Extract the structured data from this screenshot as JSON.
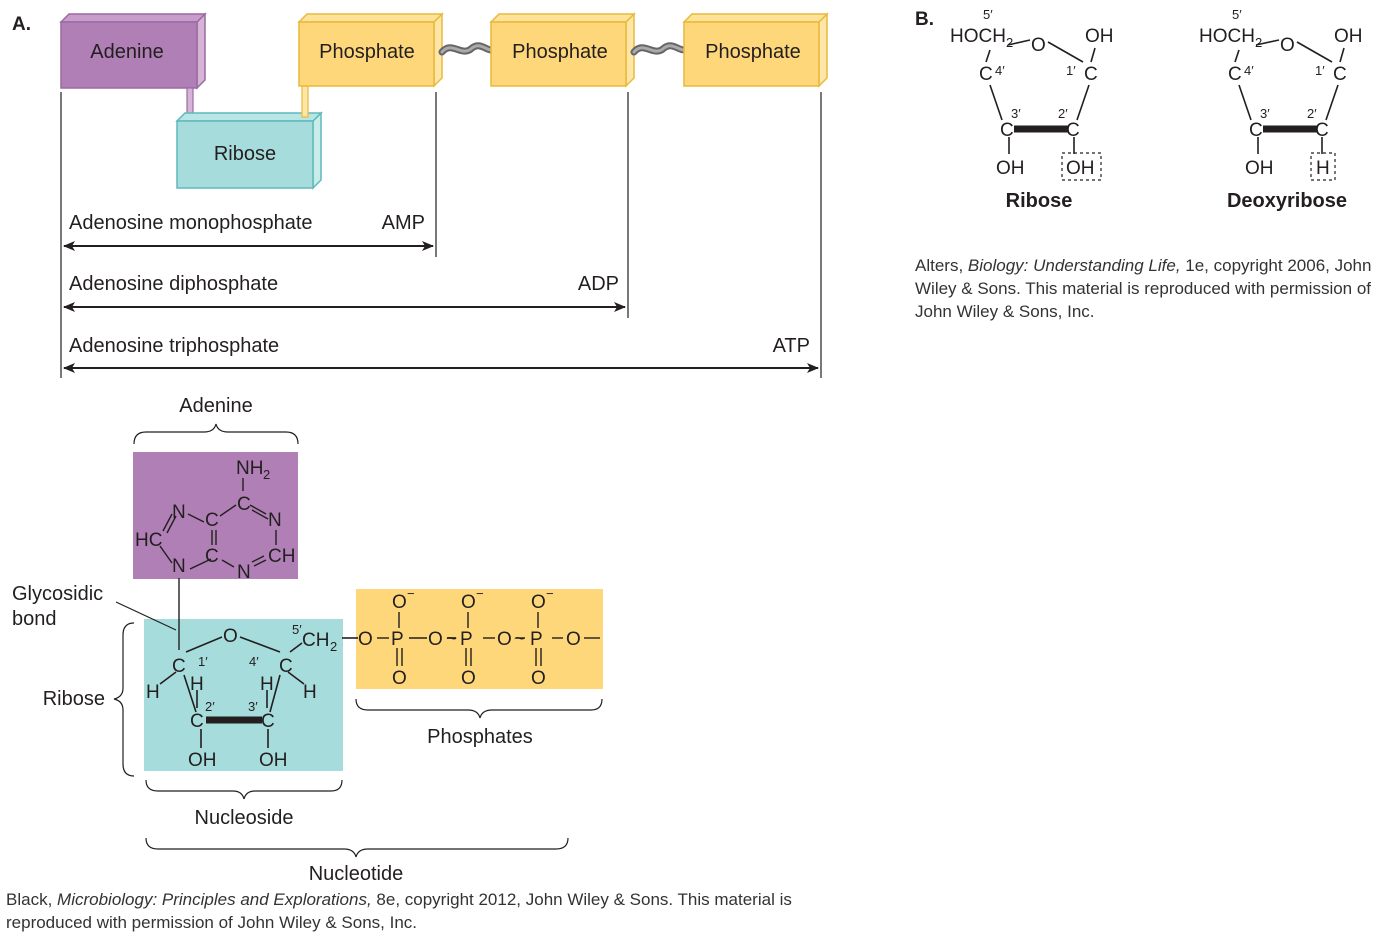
{
  "panel_a": {
    "label": "A.",
    "blocks": {
      "adenine": "Adenine",
      "ribose": "Ribose",
      "phosphate_1": "Phosphate",
      "phosphate_2": "Phosphate",
      "phosphate_3": "Phosphate"
    },
    "spans": {
      "amp_name": "Adenosine monophosphate",
      "amp_abbr": "AMP",
      "adp_name": "Adenosine diphosphate",
      "adp_abbr": "ADP",
      "atp_name": "Adenosine triphosphate",
      "atp_abbr": "ATP"
    },
    "structure": {
      "adenine_label": "Adenine",
      "glycosidic_bond": "Glycosidic\nbond",
      "glycosidic_line1": "Glycosidic",
      "glycosidic_line2": "bond",
      "ribose_label": "Ribose",
      "phosphates_label": "Phosphates",
      "nucleoside_label": "Nucleoside",
      "nucleotide_label": "Nucleotide"
    }
  },
  "panel_b": {
    "label": "B.",
    "ribose_name": "Ribose",
    "deoxyribose_name": "Deoxyribose",
    "ribose_2prime_group": "OH",
    "deoxyribose_2prime_group": "H"
  },
  "credits": {
    "black_author": "Black, ",
    "black_title": "Microbiology: Principles and Explorations,",
    "black_rest": " 8e, copyright 2012, John Wiley & Sons. This material is reproduced with permission of John Wiley & Sons, Inc.",
    "alters_author": "Alters, ",
    "alters_title": "Biology: Understanding Life,",
    "alters_rest": " 1e, copyright 2006, John Wiley & Sons. This material is reproduced with permission of John Wiley & Sons, Inc."
  },
  "colors": {
    "adenine": "#b07fb5",
    "ribose": "#a6dcdb",
    "phosphate": "#fdd77a"
  }
}
